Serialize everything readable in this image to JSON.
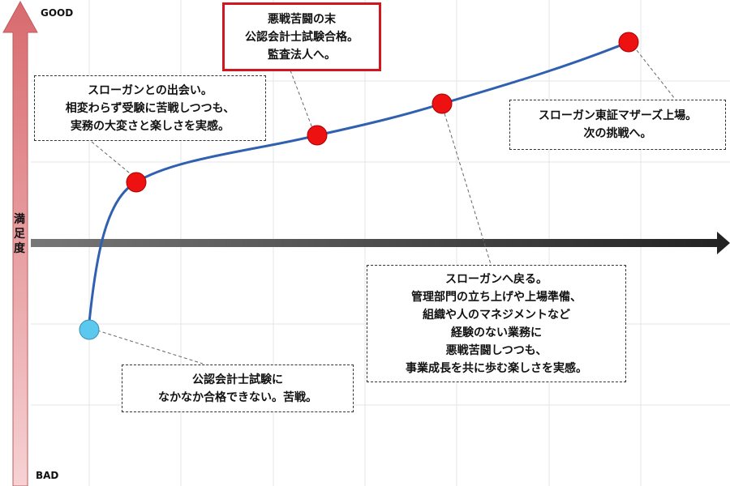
{
  "axis": {
    "top_label": "GOOD",
    "bottom_label": "BAD",
    "y_label": [
      "満",
      "足",
      "度"
    ]
  },
  "colors": {
    "curve": "#3060b0",
    "milestone": "#ee1111",
    "start": "#5bc8f0",
    "highlight_border": "#d0161e"
  },
  "milestones": [
    {
      "id": "start",
      "text": [
        "公認会計士試験に",
        "なかなか合格できない。苦戦。"
      ]
    },
    {
      "id": "meet",
      "text": [
        "スローガンとの出会い。",
        "相変わらず受験に苦戦しつつも、",
        "実務の大変さと楽しさを実感。"
      ]
    },
    {
      "id": "pass",
      "text": [
        "悪戦苦闘の末",
        "公認会計士試験合格。",
        "監査法人へ。"
      ]
    },
    {
      "id": "return",
      "text": [
        "スローガンへ戻る。",
        "管理部門の立ち上げや上場準備、",
        "組織や人のマネジメントなど",
        "経験のない業務に",
        "悪戦苦闘しつつも、",
        "事業成長を共に歩む楽しさを実感。"
      ]
    },
    {
      "id": "ipo",
      "text": [
        "スローガン東証マザーズ上場。",
        "次の挑戦へ。"
      ]
    }
  ]
}
